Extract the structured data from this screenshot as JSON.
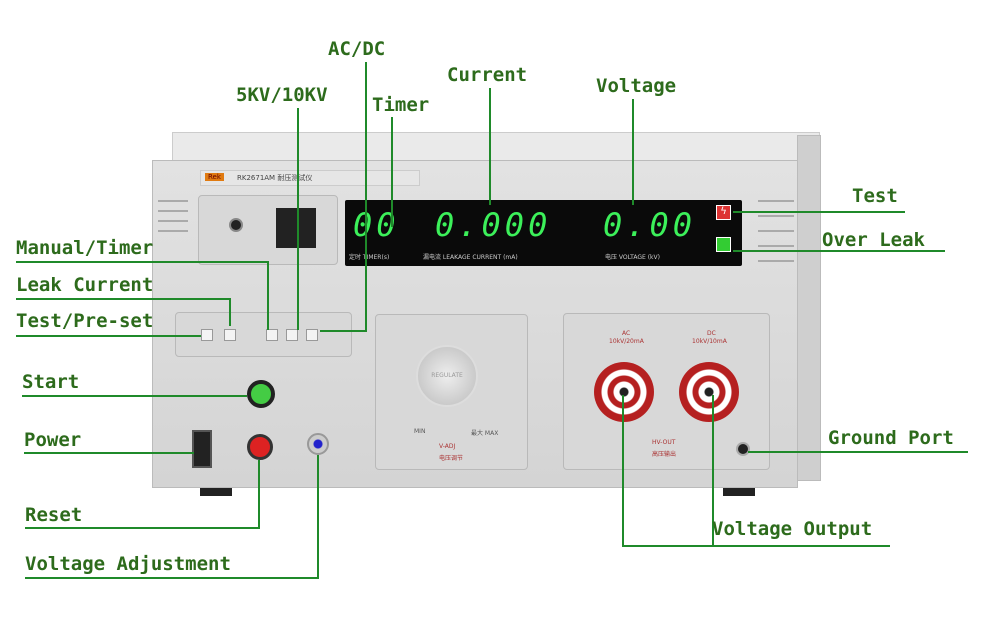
{
  "labels": {
    "ac_dc": "AC/DC",
    "kv": "5KV/10KV",
    "timer": "Timer",
    "current": "Current",
    "voltage": "Voltage",
    "test": "Test",
    "over_leak": "Over Leak",
    "manual_timer": "Manual/Timer",
    "leak_current": "Leak Current",
    "test_preset": "Test/Pre-set",
    "start": "Start",
    "power": "Power",
    "reset": "Reset",
    "voltage_adjustment": "Voltage Adjustment",
    "ground_port": "Ground Port",
    "voltage_output": "Voltage Output"
  },
  "device": {
    "brand": "Rek",
    "model": "RK2671AM 耐压测试仪",
    "timer_value": "00",
    "current_value": "0.000",
    "voltage_value": "0.00",
    "timer_caption": "定时 TIMER(s)",
    "current_caption": "漏电流 LEAKAGE CURRENT (mA)",
    "voltage_caption": "电压 VOLTAGE (kV)",
    "knob_text": "REGULATE",
    "knob_min": "MIN",
    "knob_max": "最大 MAX",
    "vadj": "V-ADJ",
    "vadj_cn": "电压调节",
    "ac_rating": "AC",
    "ac_spec": "10kV/20mA",
    "dc_rating": "DC",
    "dc_spec": "10kV/10mA",
    "hv_out": "HV-OUT",
    "hv_out_cn": "高压输出"
  },
  "colors": {
    "label": "#2d6b1c",
    "line": "#1f8a2a",
    "display": "#3cf05a"
  }
}
